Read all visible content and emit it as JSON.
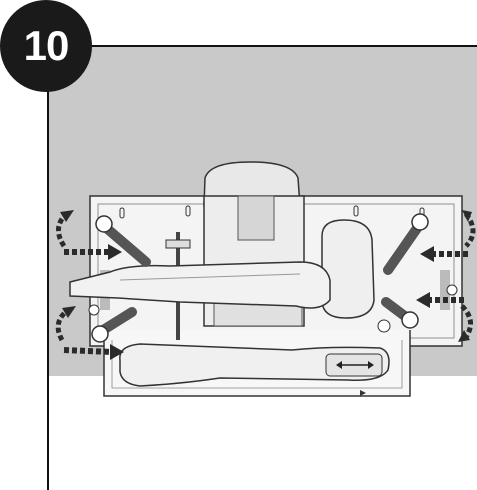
{
  "step": {
    "number": "10"
  },
  "colors": {
    "panel": "#c9c9c9",
    "frame_line": "#111111",
    "badge": "#1a1a1a",
    "arrow": "#2b2b2b",
    "tool_body": "#ececec",
    "tool_outline": "#333333"
  },
  "diagram": {
    "subject": "circular-saw-on-guide-rail",
    "arrows": [
      "rotate-arrow-top-left",
      "push-arrow-left-upper",
      "rotate-arrow-bottom-left",
      "push-arrow-left-lower",
      "rotate-arrow-top-right",
      "push-arrow-right-upper",
      "rotate-arrow-bottom-right",
      "push-arrow-right-lower"
    ],
    "icons": [
      "double-arrow-icon",
      "lock-icon-left",
      "lock-icon-right"
    ]
  }
}
